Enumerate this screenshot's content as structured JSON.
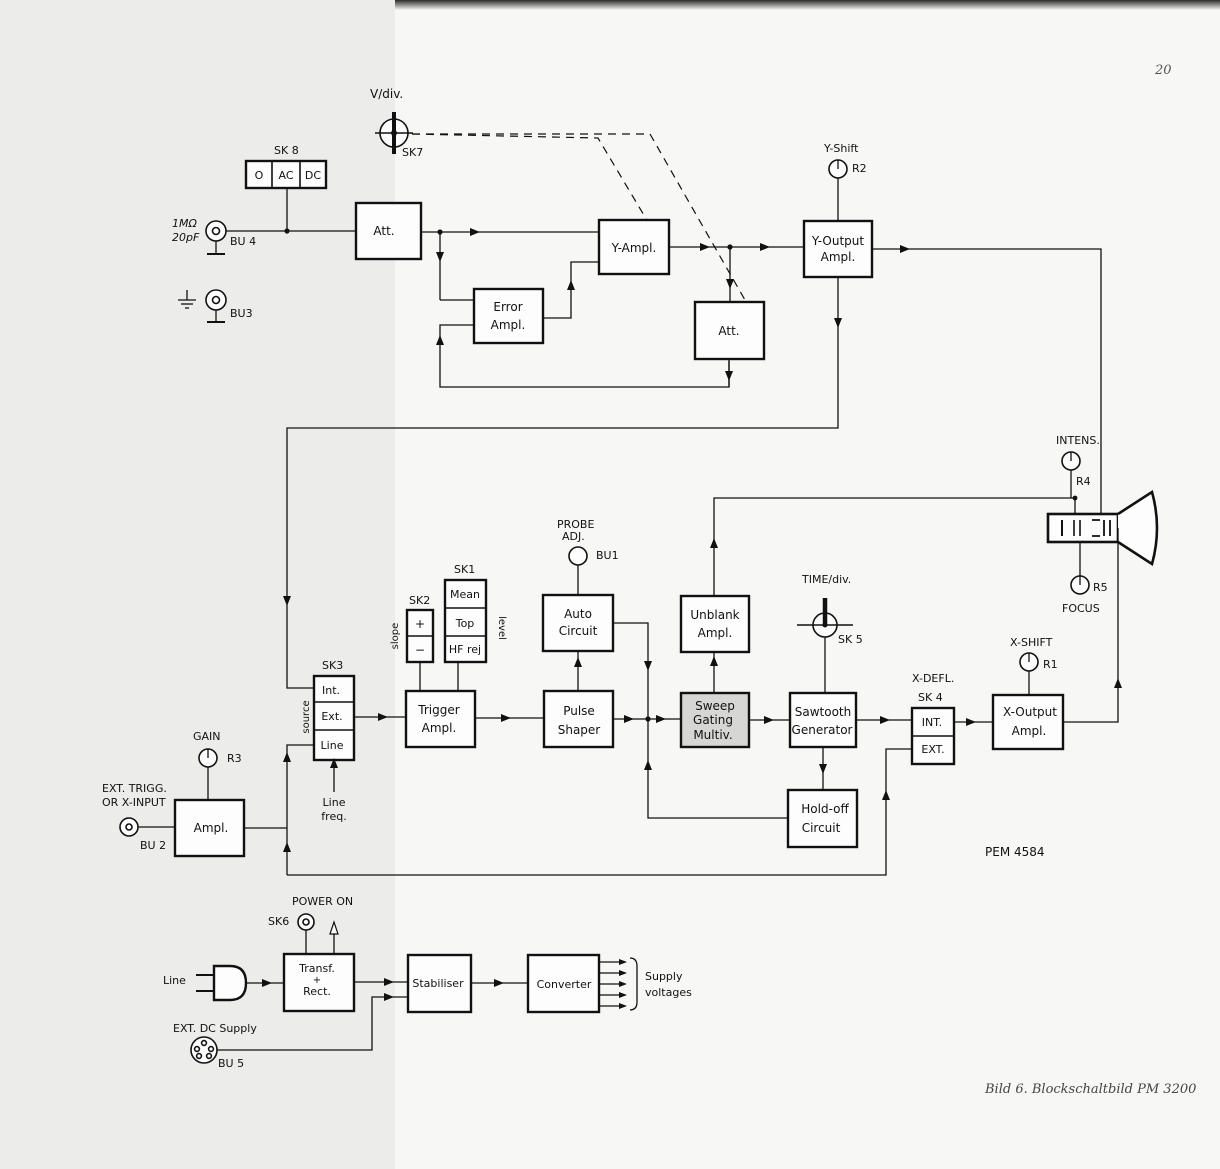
{
  "page_number": "20",
  "caption": "Bild 6. Blockschaltbild PM 3200",
  "drawing_ref": "PEM 4584",
  "controls": {
    "v_div": "V/div.",
    "sk7": "SK7",
    "sk8": "SK 8",
    "sk8_o": "O",
    "sk8_ac": "AC",
    "sk8_dc": "DC",
    "input_r": "1MΩ",
    "input_c": "20pF",
    "bu4": "BU 4",
    "bu3": "BU3",
    "y_shift": "Y-Shift",
    "r2": "R2",
    "intens": "INTENS.",
    "r4": "R4",
    "r5": "R5",
    "focus": "FOCUS",
    "probe_adj_1": "PROBE",
    "probe_adj_2": "ADJ.",
    "bu1": "BU1",
    "time_div": "TIME/div.",
    "sk5": "SK 5",
    "x_shift": "X-SHIFT",
    "r1": "R1",
    "x_defl": "X-DEFL.",
    "sk4": "SK 4",
    "sk4_int": "INT.",
    "sk4_ext": "EXT.",
    "sk1": "SK1",
    "sk1_mean": "Mean",
    "sk1_top": "Top",
    "sk1_hfrej": "HF rej",
    "level": "level",
    "sk2": "SK2",
    "sk2_plus": "+",
    "sk2_minus": "−",
    "slope": "slope",
    "sk3": "SK3",
    "sk3_int": "Int.",
    "sk3_ext": "Ext.",
    "sk3_line": "Line",
    "source": "source",
    "line_freq_1": "Line",
    "line_freq_2": "freq.",
    "gain": "GAIN",
    "r3": "R3",
    "ext_trigg_1": "EXT. TRIGG.",
    "ext_trigg_2": "OR X-INPUT",
    "bu2": "BU 2",
    "power_on": "POWER ON",
    "sk6": "SK6",
    "line_input": "Line",
    "ext_dc": "EXT. DC Supply",
    "bu5": "BU 5",
    "supply_1": "Supply",
    "supply_2": "voltages"
  },
  "blocks": {
    "att_in": "Att.",
    "y_ampl": "Y-Ampl.",
    "error_1": "Error",
    "error_2": "Ampl.",
    "att_fb": "Att.",
    "y_out_1": "Y-Output",
    "y_out_2": "Ampl.",
    "trigger_1": "Trigger",
    "trigger_2": "Ampl.",
    "auto_1": "Auto",
    "auto_2": "Circuit",
    "pulse_1": "Pulse",
    "pulse_2": "Shaper",
    "unblank_1": "Unblank",
    "unblank_2": "Ampl.",
    "sweep_1": "Sweep",
    "sweep_2": "Gating",
    "sweep_3": "Multiv.",
    "sawtooth_1": "Sawtooth",
    "sawtooth_2": "Generator",
    "holdoff_1": "Hold-off",
    "holdoff_2": "Circuit",
    "x_out_1": "X-Output",
    "x_out_2": "Ampl.",
    "ampl": "Ampl.",
    "transf_1": "Transf.",
    "transf_2": "+",
    "transf_3": "Rect.",
    "stabiliser": "Stabiliser",
    "converter": "Converter"
  }
}
